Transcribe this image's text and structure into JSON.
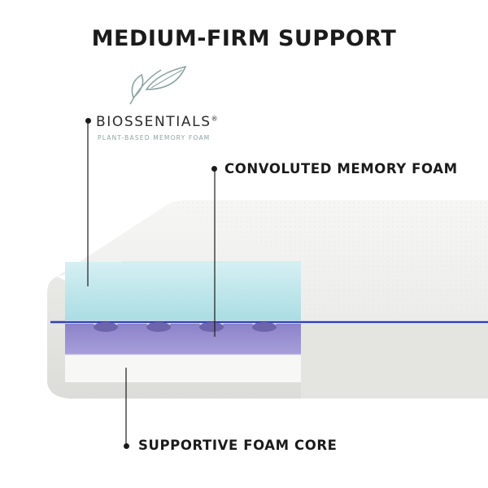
{
  "title": "MEDIUM-FIRM SUPPORT",
  "brand": {
    "name": "BIOSSENTIALS",
    "registered": "®",
    "tagline": "PLANT-BASED MEMORY FOAM",
    "logo_icon": "leaf-icon"
  },
  "callouts": {
    "convoluted": "CONVOLUTED MEMORY FOAM",
    "core": "SUPPORTIVE FOAM CORE"
  },
  "colors": {
    "top_foam": "#bfe6ea",
    "convoluted_foam": "#9a8fd0",
    "core_foam": "#f6f6f6",
    "cover": "#f3f3f1",
    "piping": "#2f3fb8",
    "text": "#1b1b1b",
    "brand_green": "#8aa5a3"
  }
}
